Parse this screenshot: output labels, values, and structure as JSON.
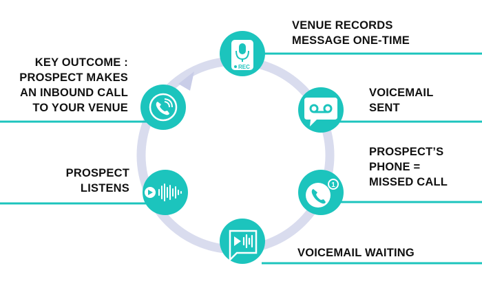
{
  "colors": {
    "teal": "#1cc4bd",
    "ring": "#d9dcee",
    "arrow": "#c9cde8",
    "text": "#111111",
    "white": "#ffffff"
  },
  "steps": [
    {
      "id": "venue-records",
      "icon": "microphone-rec-icon",
      "badge": "REC",
      "lines": [
        "VENUE RECORDS",
        "MESSAGE ONE-TIME"
      ]
    },
    {
      "id": "voicemail-sent",
      "icon": "voicemail-chat-icon",
      "lines": [
        "VOICEMAIL",
        "SENT"
      ]
    },
    {
      "id": "missed-call",
      "icon": "phone-notification-icon",
      "badge": "1",
      "lines": [
        "PROSPECT’S",
        "PHONE =",
        "MISSED CALL"
      ]
    },
    {
      "id": "voicemail-waiting",
      "icon": "audio-message-icon",
      "lines": [
        "VOICEMAIL WAITING"
      ]
    },
    {
      "id": "prospect-listens",
      "icon": "play-soundwave-icon",
      "lines": [
        "PROSPECT",
        "LISTENS"
      ]
    },
    {
      "id": "key-outcome",
      "icon": "incoming-call-icon",
      "lines": [
        "KEY OUTCOME :",
        "PROSPECT MAKES",
        "AN INBOUND CALL",
        "TO YOUR VENUE"
      ]
    }
  ]
}
